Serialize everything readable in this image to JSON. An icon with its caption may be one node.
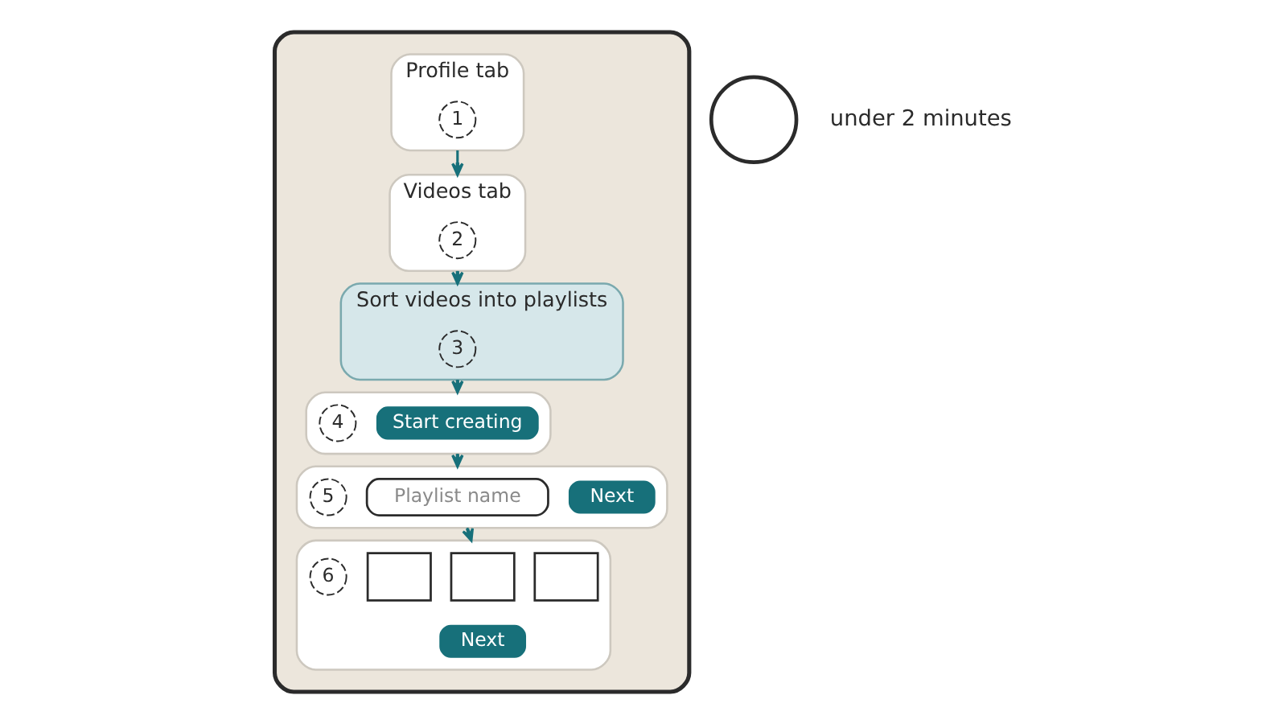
{
  "diagram": {
    "nodes": [
      {
        "text": [],
        "shape": "box"
      },
      {
        "text": [
          "Profile tab"
        ],
        "in": 0
      },
      {
        "text": [
          "1"
        ],
        "in": 1
      },
      {
        "text": [
          "Videos tab"
        ],
        "in": 0
      },
      {
        "text": [
          "2"
        ],
        "in": 3
      },
      {
        "text": [
          "Sort videos into playlists"
        ],
        "in": 0
      },
      {
        "text": [
          "3"
        ],
        "in": 5
      },
      {
        "text": [],
        "shape": "box",
        "in": 0
      },
      {
        "text": [
          "4"
        ],
        "in": 7
      },
      {
        "text": [
          "Start creating"
        ],
        "in": 7
      },
      {
        "text": [],
        "shape": "box",
        "in": 0
      },
      {
        "text": [
          "5"
        ],
        "in": 10
      },
      {
        "text": [
          "Playlist name"
        ],
        "in": 10
      },
      {
        "text": [
          "Next"
        ],
        "in": 10
      },
      {
        "text": [],
        "shape": "box",
        "in": 0
      },
      {
        "text": [
          "6"
        ],
        "in": 14
      },
      {
        "text": [],
        "shape": "box",
        "in": 14
      },
      {
        "text": [],
        "shape": "box",
        "in": 14
      },
      {
        "text": [],
        "shape": "box",
        "in": 14
      },
      {
        "text": [
          "Next"
        ],
        "in": 14
      },
      {
        "text": [],
        "shape": "circle",
        "beside": [
          "under 2 minutes"
        ]
      }
    ],
    "edges": [
      {
        "from": 1,
        "to": 3,
        "arrow": "to"
      },
      {
        "from": 3,
        "to": 5,
        "arrow": "to"
      },
      {
        "from": 5,
        "to": 7,
        "arrow": "to"
      },
      {
        "from": 7,
        "to": 10,
        "arrow": "to"
      },
      {
        "from": 10,
        "to": 14,
        "arrow": "to"
      }
    ]
  }
}
